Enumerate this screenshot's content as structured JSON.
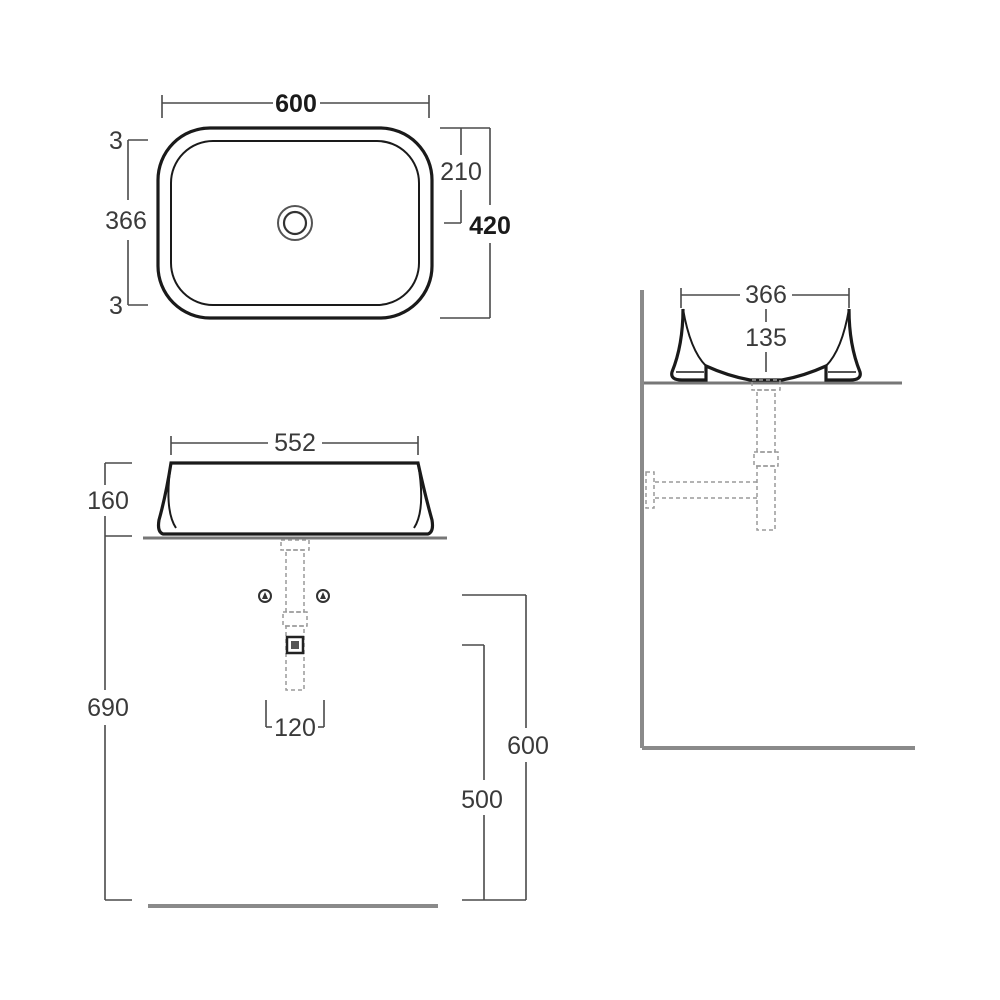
{
  "top_view": {
    "width_label": "600",
    "depth_label": "420",
    "half_depth_label": "210",
    "inner_depth_label": "366",
    "rim_top_label": "3",
    "rim_bottom_label": "3"
  },
  "front_view": {
    "top_width_label": "552",
    "basin_height_label": "160",
    "counter_height_label": "690",
    "trap_spacing_label": "120",
    "supply_height_label": "600",
    "outlet_height_label": "500"
  },
  "side_view": {
    "top_width_label": "366",
    "bowl_depth_label": "135"
  }
}
